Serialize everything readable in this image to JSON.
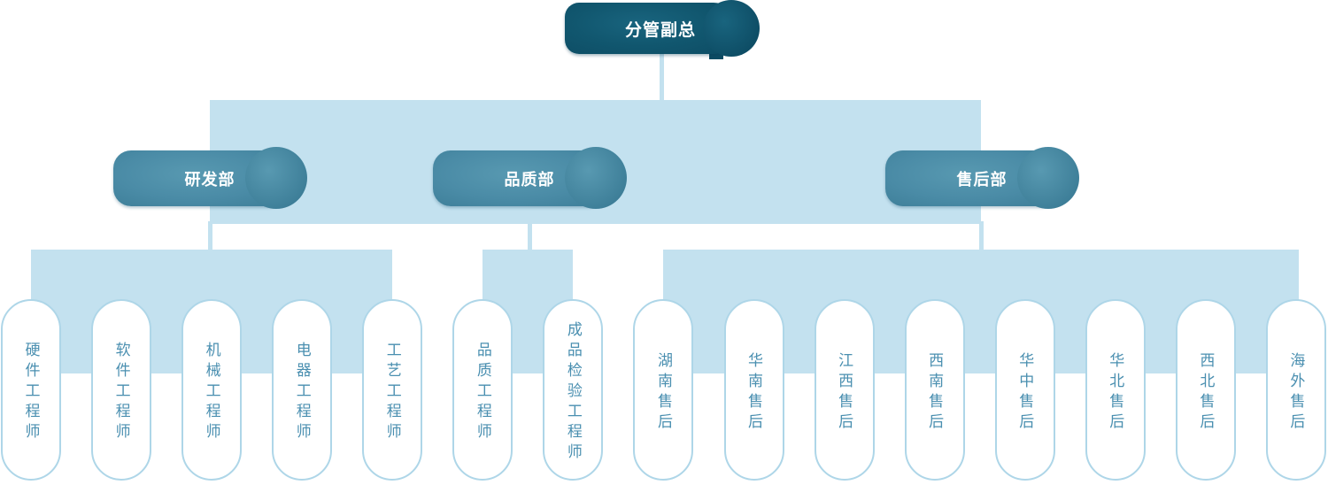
{
  "org": {
    "root": {
      "label": "分管副总"
    },
    "departments": [
      {
        "label": "研发部",
        "children": [
          "硬件工程师",
          "软件工程师",
          "机械工程师",
          "电器工程师",
          "工艺工程师"
        ]
      },
      {
        "label": "品质部",
        "children": [
          "品质工程师",
          "成品检验工程师"
        ]
      },
      {
        "label": "售后部",
        "children": [
          "湖南售后",
          "华南售后",
          "江西售后",
          "西南售后",
          "华中售后",
          "华北售后",
          "西北售后",
          "海外售后"
        ]
      }
    ],
    "colors": {
      "root_box": "#11576f",
      "root_box_light": "#19647e",
      "root_box_dark": "#0d4c64",
      "dept_box": "#4a8ba6",
      "dept_box_light": "#5899b1",
      "dept_box_dark": "#3c7d97",
      "band": "#c3e1ef",
      "pill_border": "#aed6e8",
      "pill_text": "#4a8fb0",
      "node_text": "#ffffff"
    }
  }
}
